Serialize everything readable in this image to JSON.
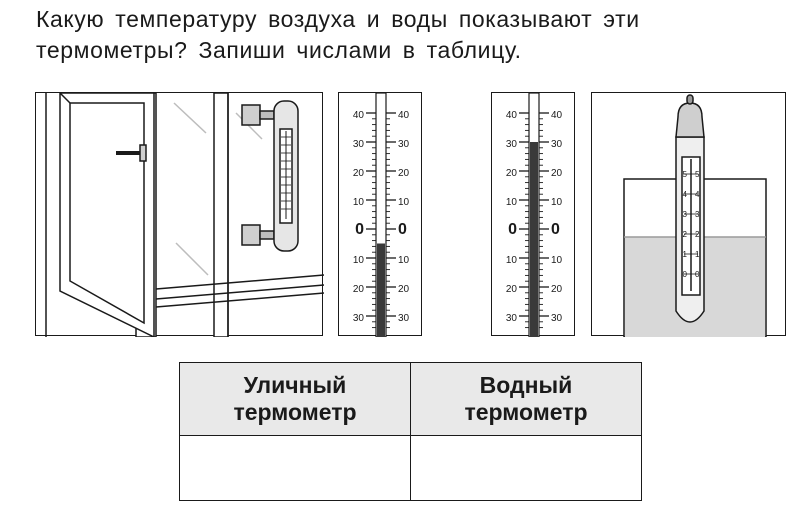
{
  "task": {
    "line1": "Какую температуру воздуха и воды показывают эти",
    "line2": "термометры? Запиши числами в таблицу."
  },
  "scales": {
    "labels": [
      "40",
      "30",
      "20",
      "10",
      "0",
      "10",
      "20",
      "30"
    ],
    "scale_1_reading": -5,
    "scale_2_reading": 30
  },
  "water_thermometer": {
    "labels": [
      "5",
      "4",
      "3",
      "2",
      "1",
      "0"
    ]
  },
  "table": {
    "headers": [
      [
        "Уличный",
        "термометр"
      ],
      [
        "Водный",
        "термометр"
      ]
    ],
    "answers": [
      "",
      ""
    ]
  },
  "colors": {
    "ink": "#1a1a1a",
    "column_fill": "#3a3a3a",
    "header_fill": "#e9e9e9",
    "water": "#d8d8d8"
  }
}
